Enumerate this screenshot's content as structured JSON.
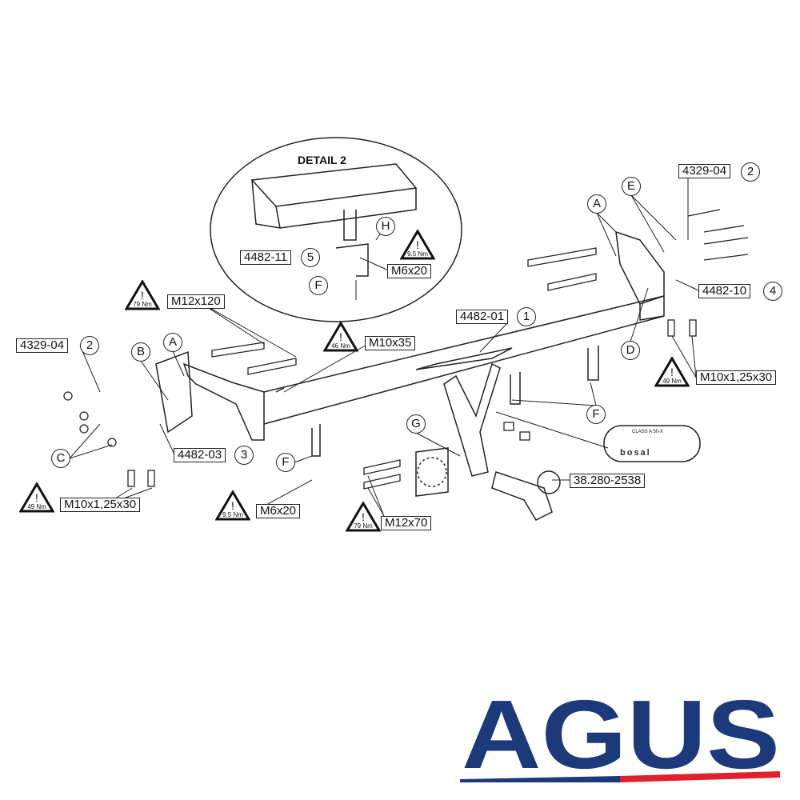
{
  "detail_title": "DETAIL 2",
  "part_labels": {
    "p4482_11": "4482-11",
    "p4482_11_no": "5",
    "m6x20_detail": "M6x20",
    "m12x120": "M12x120",
    "p4329_04_left": "4329-04",
    "p4329_04_left_no": "2",
    "m10x35": "M10x35",
    "p4482_01": "4482-01",
    "p4482_01_no": "1",
    "p4329_04_right": "4329-04",
    "p4329_04_right_no": "2",
    "p4482_10": "4482-10",
    "p4482_10_no": "4",
    "m10_right": "M10x1,25x30",
    "p4482_03": "4482-03",
    "p4482_03_no": "3",
    "ball": "38.280-2538",
    "m10_left": "M10x1,25x30",
    "m6x20": "M6x20",
    "m12x70": "M12x70"
  },
  "callouts": {
    "H": "H",
    "F1": "F",
    "B": "B",
    "A1": "A",
    "A2": "A",
    "E": "E",
    "D": "D",
    "F2": "F",
    "G": "G",
    "C": "C",
    "F3": "F"
  },
  "torques": {
    "t1": "9.5 Nm",
    "t2": "79 Nm",
    "t3": "46 Nm",
    "t4": "49 Nm",
    "t5": "49 Nm",
    "t6": "9.5 Nm",
    "t7": "79 Nm"
  },
  "plate": {
    "brand": "bosal",
    "class": "CLASS A 50-X"
  },
  "logo": {
    "text": "AGUS",
    "navy": "#1c3a7a",
    "red": "#e0202a"
  }
}
